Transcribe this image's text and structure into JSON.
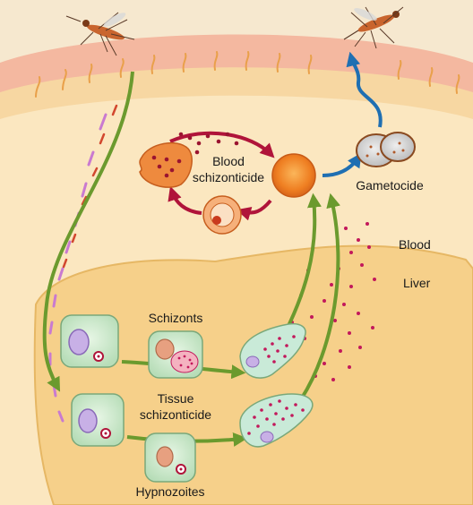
{
  "labels": {
    "blood_schizonticide_line1": "Blood",
    "blood_schizonticide_line2": "schizonticide",
    "gametocide": "Gametocide",
    "blood": "Blood",
    "liver": "Liver",
    "schizonts": "Schizonts",
    "tissue_schizonticide_line1": "Tissue",
    "tissue_schizonticide_line2": "schizonticide",
    "hypnozoites": "Hypnozoites"
  },
  "colors": {
    "background_border": "#5a5a5a",
    "skin_outer": "#f7d7a2",
    "skin_pink": "#f4b8a0",
    "tissue": "#fbe7c0",
    "liver": "#f6d08a",
    "cycle_arrow": "#b0143a",
    "gametocide_arrow": "#1f6fb2",
    "path_arrow": "#6b9a2e",
    "merozoite_dot": "#b0145a",
    "hepatocyte": "#cfe9cf",
    "rbc_orange": "#ef7f22"
  }
}
